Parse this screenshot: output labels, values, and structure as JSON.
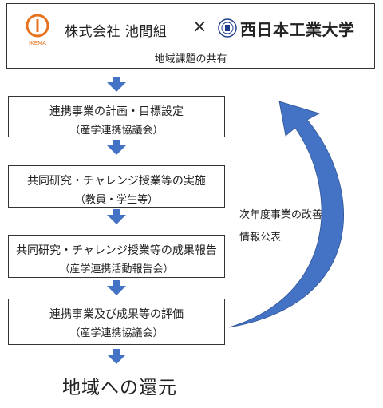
{
  "header": {
    "company_logo_text": "IKEMA",
    "company_name": "株式会社 池間組",
    "cross": "×",
    "university_name": "西日本工業大学",
    "subtitle": "地域課題の共有"
  },
  "steps": [
    {
      "line1": "連携事業の計画・目標設定",
      "line2": "（産学連携協議会）"
    },
    {
      "line1": "共同研究・チャレンジ授業等の実施",
      "line2": "（教員・学生等）"
    },
    {
      "line1": "共同研究・チャレンジ授業等の成果報告",
      "line2": "（産学連携活動報告会）"
    },
    {
      "line1": "連携事業及び成果等の評価",
      "line2": "（産学連携協議会）"
    }
  ],
  "feedback": {
    "line1": "次年度事業の改善",
    "line2": "情報公表"
  },
  "footer": {
    "text": "地域への還元"
  },
  "colors": {
    "arrow": "#4472c4",
    "logo": "#e8731e",
    "border": "#333333"
  }
}
